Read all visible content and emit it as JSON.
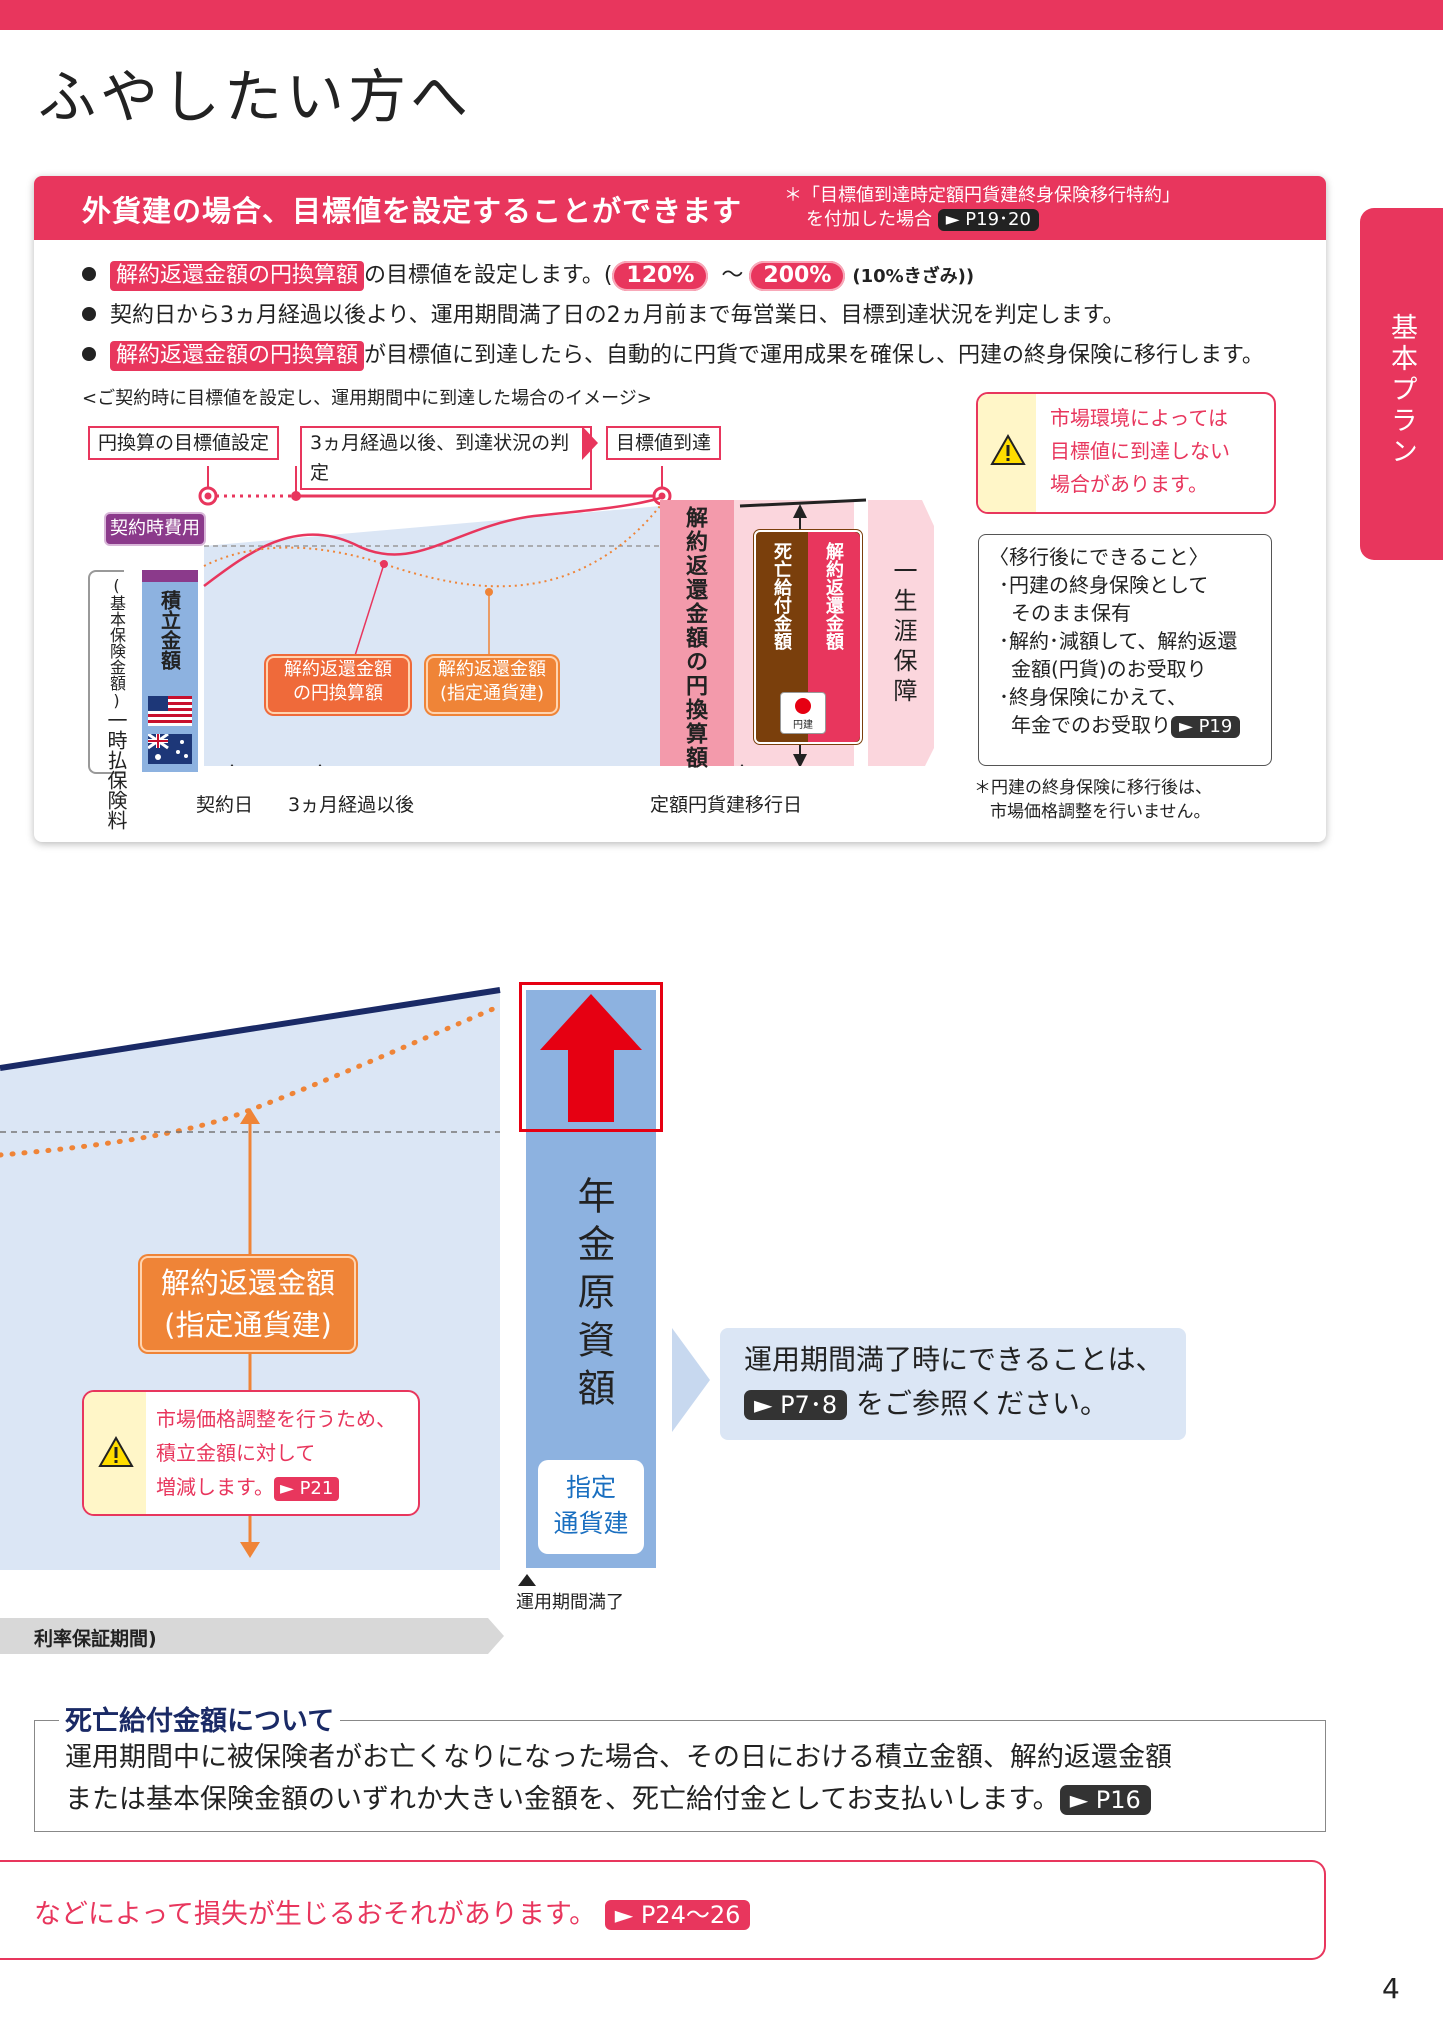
{
  "page": {
    "title": "ふやしたい方へ",
    "side_tab": "基本プラン",
    "page_number": "4"
  },
  "card": {
    "title": "外貨建の場合、目標値を設定することができます",
    "note_line1": "＊「目標値到達時定額円貨建終身保険移行特約」",
    "note_line2": "を付加した場合",
    "note_ref": "► P19･20",
    "bullets": {
      "b1_tag": "解約返還金額の円換算額",
      "b1_text": "の目標値を設定します。(",
      "b1_min": "120%",
      "b1_tilde": "～",
      "b1_max": "200%",
      "b1_step": "(10%きざみ))",
      "b2_text": "契約日から3ヵ月経過以後より、運用期間満了日の2ヵ月前まで毎営業日、目標到達状況を判定します。",
      "b3_tag": "解約返還金額の円換算額",
      "b3_text": "が目標値に到達したら、自動的に円貨で運用成果を確保し、円建の終身保険に移行します。"
    },
    "diagram": {
      "caption": "<ご契約時に目標値を設定し、運用期間中に到達した場合のイメージ>",
      "step1": "円換算の目標値設定",
      "step2": "3ヵ月経過以後、到達状況の判定",
      "step3": "目標値到達",
      "fee_label": "契約時費用",
      "premium_label": "一時払保険料",
      "premium_sub": "(基本保険金額)",
      "accum_label": "積立金額",
      "label_yen": "解約返還金額の円換算額",
      "label_yen_l1": "解約返還金額",
      "label_yen_l2": "の円換算額",
      "label_fx_l1": "解約返還金額",
      "label_fx_l2": "(指定通貨建)",
      "pink_col": "解約返還金額の円換算額",
      "death_col": "死亡給付金額",
      "surrender_col": "解約返還金額",
      "yen_badge": "円建",
      "lifetime": "一生涯保障",
      "axis_contract": "契約日",
      "axis_3m": "3ヵ月経過以後",
      "axis_transfer": "定額円貨建移行日"
    },
    "warning": {
      "line1": "市場環境によっては",
      "line2": "目標値に到達しない",
      "line3": "場合があります。"
    },
    "after": {
      "title": "〈移行後にできること〉",
      "i1": "･円建の終身保険として",
      "i1b": "そのまま保有",
      "i2": "･解約･減額して、解約返還",
      "i2b": "金額(円貨)のお受取り",
      "i3": "･終身保険にかえて、",
      "i3b": "年金でのお受取り",
      "i3_ref": "► P19"
    },
    "footnote1": "＊円建の終身保険に移行後は、",
    "footnote2": "市場価格調整を行いません。"
  },
  "lower": {
    "fx_label_l1": "解約返還金額",
    "fx_label_l2": "(指定通貨建)",
    "warn_l1": "市場価格調整を行うため、",
    "warn_l2": "積立金額に対して",
    "warn_l3": "増減します。",
    "warn_ref": "► P21",
    "pension_col": "年金原資額",
    "pension_badge_l1": "指定",
    "pension_badge_l2": "通貨建",
    "maturity": "運用期間満了",
    "info_l1": "運用期間満了時にできることは、",
    "info_ref": "► P7･8",
    "info_l2": "をご参照ください。",
    "band": "利率保証期間)"
  },
  "death": {
    "title": "死亡給付金額について",
    "line1": "運用期間中に被保険者がお亡くなりになった場合、その日における積立金額、解約返還金額",
    "line2": "または基本保険金額のいずれか大きい金額を、死亡給付金としてお支払いします。",
    "ref": "► P16"
  },
  "bottom": {
    "text": "などによって損失が生じるおそれがあります。",
    "ref": "► P24～26"
  },
  "colors": {
    "brand_red": "#e8365d",
    "orange": "#ef8437",
    "light_blue": "#dbe6f5",
    "navy": "#1a2a66"
  }
}
